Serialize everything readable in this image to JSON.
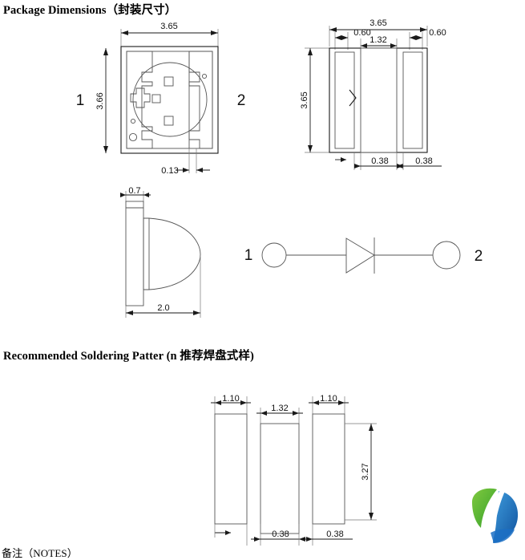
{
  "document": {
    "section_package": {
      "heading": "Package Dimensions（封装尺寸）"
    },
    "section_solder": {
      "heading": "Recommended Soldering Patter (n 推荐焊盘式样)"
    },
    "notes": {
      "label": "备注（NOTES）"
    }
  },
  "top_view": {
    "name": "top-view",
    "pin1": "1",
    "pin2": "2",
    "dim_width": "3.65",
    "dim_height": "3.66",
    "dim_gap": "0.13"
  },
  "bottom_view": {
    "name": "bottom-view",
    "dim_width": "3.65",
    "dim_height": "3.65",
    "dim_pad_left": "0.60",
    "dim_pad_center": "1.32",
    "dim_pad_right": "0.60",
    "dim_gap_left": "0.38",
    "dim_gap_right": "0.38"
  },
  "side_view": {
    "name": "side-view",
    "dim_thickness": "0.7",
    "dim_length": "2.0"
  },
  "schematic": {
    "name": "diode-schematic",
    "pin1": "1",
    "pin2": "2"
  },
  "solder_pattern": {
    "name": "solder-pattern",
    "dim_pad_left": "1.10",
    "dim_pad_center": "1.32",
    "dim_pad_right": "1.10",
    "dim_height": "3.27",
    "dim_gap_left": "0.38",
    "dim_gap_right": "0.38"
  },
  "logo": {
    "name": "company-logo-watermark",
    "green": "#4caf2a",
    "blue": "#1b6fc4"
  }
}
